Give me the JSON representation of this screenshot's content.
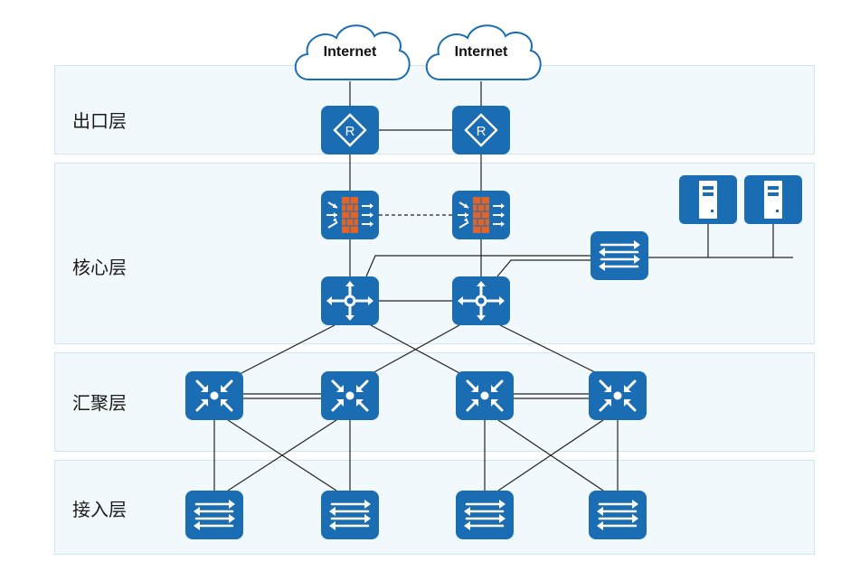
{
  "layers": {
    "exit": "出口层",
    "core": "核心层",
    "aggregation": "汇聚层",
    "access": "接入层"
  },
  "clouds": [
    "Internet",
    "Internet"
  ],
  "colors": {
    "device": "#1a6cb3",
    "firewall_brick": "#e0632a",
    "band_fill": "#f2f9fd",
    "band_border": "#cfe6f2",
    "link": "#222222"
  }
}
